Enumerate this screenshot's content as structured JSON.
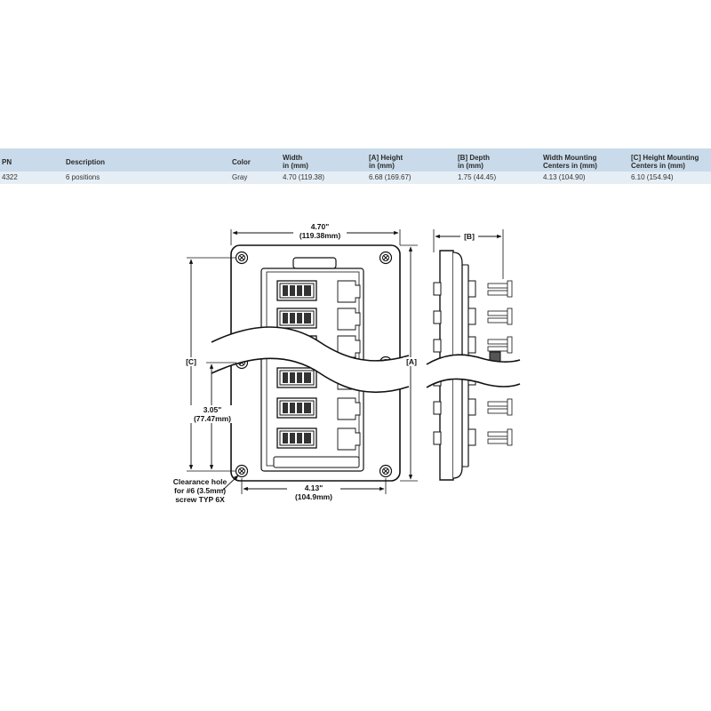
{
  "table": {
    "headers": {
      "pn": "PN",
      "description": "Description",
      "color": "Color",
      "width": [
        "Width",
        "in (mm)"
      ],
      "height": [
        "[A] Height",
        "in (mm)"
      ],
      "depth": [
        "[B] Depth",
        "in (mm)"
      ],
      "width_mounting": [
        "Width Mounting",
        "Centers in (mm)"
      ],
      "height_mounting": [
        "[C] Height Mounting",
        "Centers in (mm)"
      ]
    },
    "row": {
      "pn": "4322",
      "description": "6 positions",
      "color": "Gray",
      "width": "4.70 (119.38)",
      "height": "6.68 (169.67)",
      "depth": "1.75 (44.45)",
      "width_mounting": "4.13 (104.90)",
      "height_mounting": "6.10 (154.94)"
    }
  },
  "drawing": {
    "overall_width": [
      "4.70\"",
      "(119.38mm)"
    ],
    "mounting_width": [
      "4.13\"",
      "(104.9mm)"
    ],
    "partial_height": [
      "3.05\"",
      "(77.47mm)"
    ],
    "label_a": "[A]",
    "label_b": "[B]",
    "label_c": "[C]",
    "clearance_note": [
      "Clearance hole",
      "for #6 (3.5mm)",
      "screw TYP 6X"
    ]
  }
}
